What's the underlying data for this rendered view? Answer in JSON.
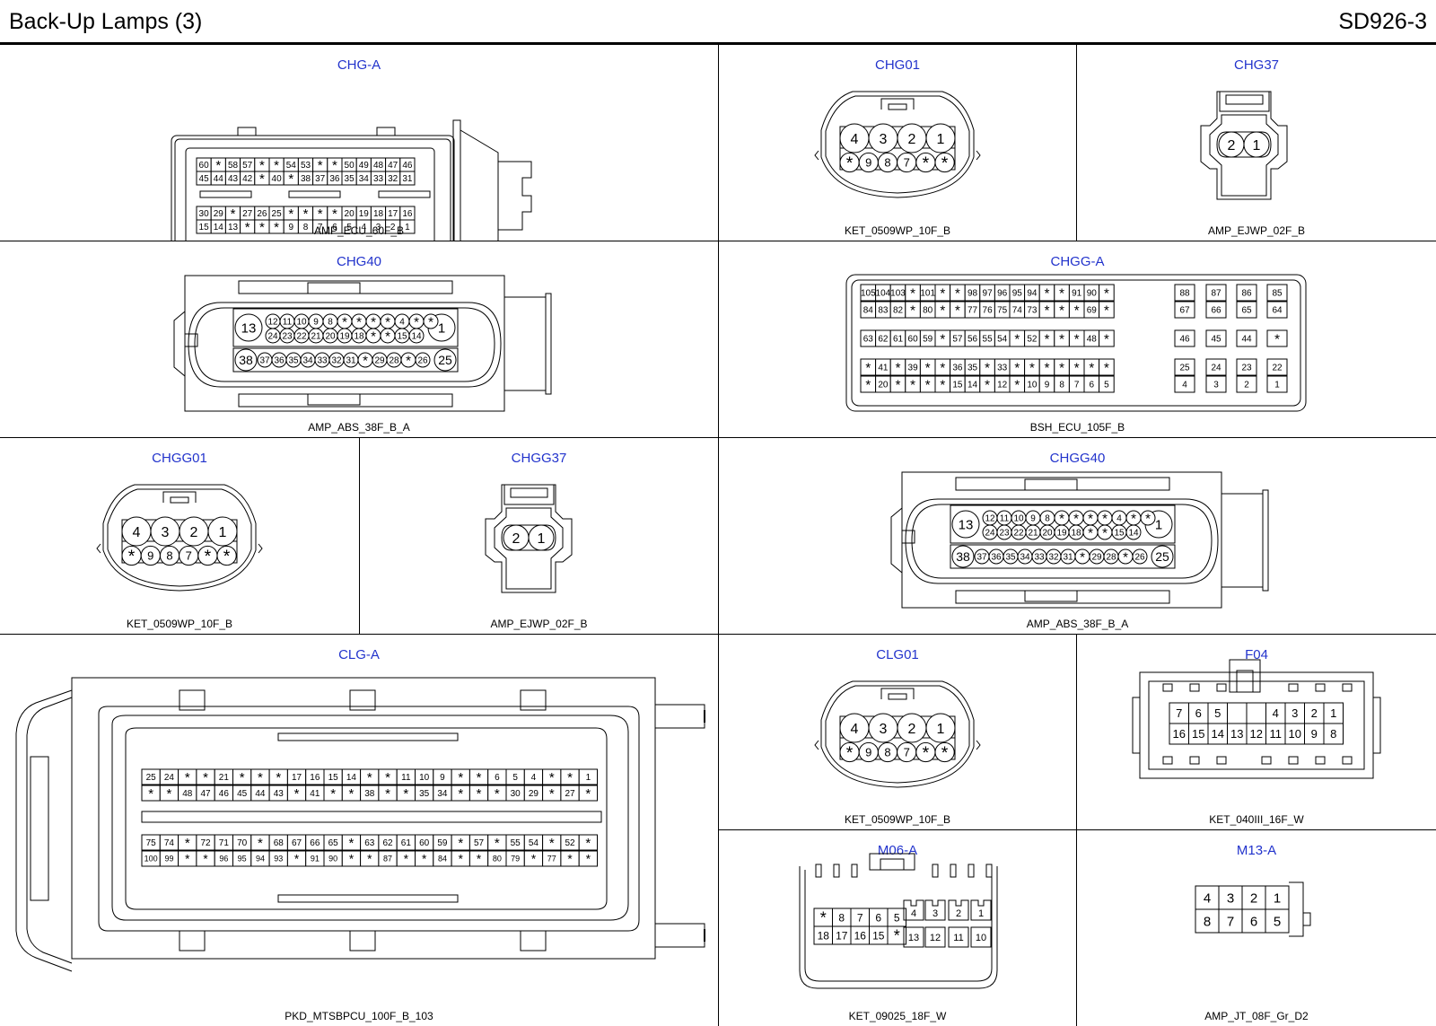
{
  "header": {
    "title": "Back-Up Lamps (3)",
    "code": "SD926-3"
  },
  "connectors": {
    "chg_a": {
      "name": "CHG-A",
      "part": "AMP_ECU_60F_B",
      "rows": [
        [
          "60",
          "*",
          "58",
          "57",
          "*",
          "*",
          "54",
          "53",
          "*",
          "*",
          "50",
          "49",
          "48",
          "47",
          "46"
        ],
        [
          "45",
          "44",
          "43",
          "42",
          "*",
          "40",
          "*",
          "38",
          "37",
          "36",
          "35",
          "34",
          "33",
          "32",
          "31"
        ],
        [
          "30",
          "29",
          "*",
          "27",
          "26",
          "25",
          "*",
          "*",
          "*",
          "*",
          "20",
          "19",
          "18",
          "17",
          "16"
        ],
        [
          "15",
          "14",
          "13",
          "*",
          "*",
          "*",
          "9",
          "8",
          "7",
          "6",
          "5",
          "4",
          "3",
          "2",
          "1"
        ]
      ]
    },
    "chg01": {
      "name": "CHG01",
      "part": "KET_0509WP_10F_B",
      "top": [
        "4",
        "3",
        "2",
        "1"
      ],
      "bottom": [
        "*",
        "9",
        "8",
        "7",
        "*",
        "*"
      ]
    },
    "chg37": {
      "name": "CHG37",
      "part": "AMP_EJWP_02F_B",
      "pins": [
        "2",
        "1"
      ]
    },
    "chg40": {
      "name": "CHG40",
      "part": "AMP_ABS_38F_B_A",
      "big_left_top": "13",
      "big_right_top": "1",
      "big_left_bottom": "38",
      "big_right_bottom": "25",
      "row1": [
        "12",
        "11",
        "10",
        "9",
        "8",
        "*",
        "*",
        "*",
        "*",
        "4",
        "*",
        "*"
      ],
      "row2": [
        "24",
        "23",
        "22",
        "21",
        "20",
        "19",
        "18",
        "*",
        "*",
        "15",
        "14"
      ],
      "row3": [
        "37",
        "36",
        "35",
        "34",
        "33",
        "32",
        "31",
        "*",
        "29",
        "28",
        "*",
        "26"
      ]
    },
    "chgg_a": {
      "name": "CHGG-A",
      "part": "BSH_ECU_105F_B",
      "rows": [
        [
          "105",
          "104",
          "103",
          "*",
          "101",
          "*",
          "*",
          "98",
          "97",
          "96",
          "95",
          "94",
          "*",
          "*",
          "91",
          "90",
          "*"
        ],
        [
          "84",
          "83",
          "82",
          "*",
          "80",
          "*",
          "*",
          "77",
          "76",
          "75",
          "74",
          "73",
          "*",
          "*",
          "*",
          "69",
          "*"
        ],
        [
          "63",
          "62",
          "61",
          "60",
          "59",
          "*",
          "57",
          "56",
          "55",
          "54",
          "*",
          "52",
          "*",
          "*",
          "*",
          "48",
          "*"
        ],
        [
          "*",
          "41",
          "*",
          "39",
          "*",
          "*",
          "36",
          "35",
          "*",
          "33",
          "*",
          "*",
          "*",
          "*",
          "*",
          "*",
          "*"
        ],
        [
          "*",
          "20",
          "*",
          "*",
          "*",
          "*",
          "15",
          "14",
          "*",
          "12",
          "*",
          "10",
          "9",
          "8",
          "7",
          "6",
          "5"
        ]
      ],
      "side": [
        [
          "88",
          "87",
          "86",
          "85"
        ],
        [
          "67",
          "66",
          "65",
          "64"
        ],
        [
          "46",
          "45",
          "44",
          "*"
        ],
        [
          "25",
          "24",
          "23",
          "22"
        ],
        [
          "4",
          "3",
          "2",
          "1"
        ]
      ]
    },
    "chgg01": {
      "name": "CHGG01",
      "part": "KET_0509WP_10F_B",
      "top": [
        "4",
        "3",
        "2",
        "1"
      ],
      "bottom": [
        "*",
        "9",
        "8",
        "7",
        "*",
        "*"
      ]
    },
    "chgg37": {
      "name": "CHGG37",
      "part": "AMP_EJWP_02F_B",
      "pins": [
        "2",
        "1"
      ]
    },
    "chgg40": {
      "name": "CHGG40",
      "part": "AMP_ABS_38F_B_A",
      "big_left_top": "13",
      "big_right_top": "1",
      "big_left_bottom": "38",
      "big_right_bottom": "25",
      "row1": [
        "12",
        "11",
        "10",
        "9",
        "8",
        "*",
        "*",
        "*",
        "*",
        "4",
        "*",
        "*"
      ],
      "row2": [
        "24",
        "23",
        "22",
        "21",
        "20",
        "19",
        "18",
        "*",
        "*",
        "15",
        "14"
      ],
      "row3": [
        "37",
        "36",
        "35",
        "34",
        "33",
        "32",
        "31",
        "*",
        "29",
        "28",
        "*",
        "26"
      ]
    },
    "clg_a": {
      "name": "CLG-A",
      "part": "PKD_MTSBPCU_100F_B_103",
      "rows": [
        [
          "25",
          "24",
          "*",
          "*",
          "21",
          "*",
          "*",
          "*",
          "17",
          "16",
          "15",
          "14",
          "*",
          "*",
          "11",
          "10",
          "9",
          "*",
          "*",
          "6",
          "5",
          "4",
          "*",
          "*",
          "1"
        ],
        [
          "*",
          "*",
          "48",
          "47",
          "46",
          "45",
          "44",
          "43",
          "*",
          "41",
          "*",
          "*",
          "38",
          "*",
          "*",
          "35",
          "34",
          "*",
          "*",
          "*",
          "30",
          "29",
          "*",
          "27",
          "*"
        ],
        [
          "75",
          "74",
          "*",
          "72",
          "71",
          "70",
          "*",
          "68",
          "67",
          "66",
          "65",
          "*",
          "63",
          "62",
          "61",
          "60",
          "59",
          "*",
          "57",
          "*",
          "55",
          "54",
          "*",
          "52",
          "*"
        ],
        [
          "100",
          "99",
          "*",
          "*",
          "96",
          "95",
          "94",
          "93",
          "*",
          "91",
          "90",
          "*",
          "*",
          "87",
          "*",
          "*",
          "84",
          "*",
          "*",
          "80",
          "79",
          "*",
          "77",
          "*",
          "*"
        ]
      ]
    },
    "clg01": {
      "name": "CLG01",
      "part": "KET_0509WP_10F_B",
      "top": [
        "4",
        "3",
        "2",
        "1"
      ],
      "bottom": [
        "*",
        "9",
        "8",
        "7",
        "*",
        "*"
      ]
    },
    "f04": {
      "name": "F04",
      "part": "KET_040III_16F_W",
      "row1": [
        "7",
        "6",
        "5",
        "",
        "",
        "4",
        "3",
        "2",
        "1"
      ],
      "row2": [
        "16",
        "15",
        "14",
        "13",
        "12",
        "11",
        "10",
        "9",
        "8"
      ]
    },
    "m06_a": {
      "name": "M06-A",
      "part": "KET_09025_18F_W",
      "left_top": [
        "*",
        "8",
        "7",
        "6",
        "5"
      ],
      "left_bottom": [
        "18",
        "17",
        "16",
        "15",
        "*"
      ],
      "right_top": [
        "4",
        "3",
        "2",
        "1"
      ],
      "right_bottom": [
        "13",
        "12",
        "11",
        "10"
      ]
    },
    "m13_a": {
      "name": "M13-A",
      "part": "AMP_JT_08F_Gr_D2",
      "row1": [
        "4",
        "3",
        "2",
        "1"
      ],
      "row2": [
        "8",
        "7",
        "6",
        "5"
      ]
    }
  }
}
